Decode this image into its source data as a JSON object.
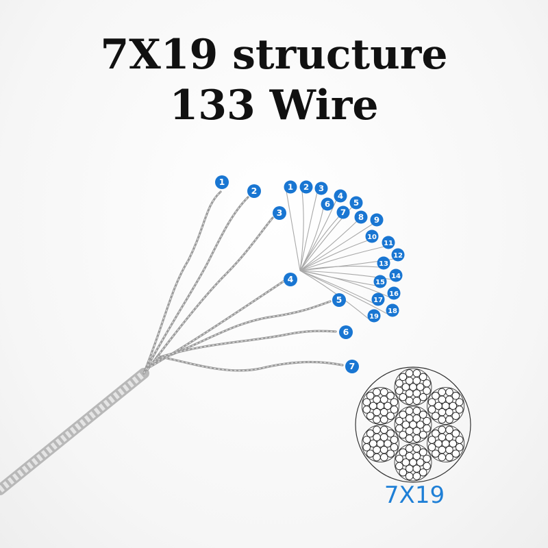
{
  "title": {
    "line1": "7X19 structure",
    "line2": "133 Wire"
  },
  "strand_labels": [
    "1",
    "2",
    "3",
    "4",
    "5",
    "6",
    "7"
  ],
  "wire_labels": [
    "1",
    "2",
    "3",
    "4",
    "5",
    "6",
    "7",
    "8",
    "9",
    "10",
    "11",
    "12",
    "13",
    "14",
    "15",
    "16",
    "17",
    "18",
    "19"
  ],
  "cross_section": {
    "label": "7X19"
  },
  "colors": {
    "badge": "#1976d2",
    "badge_text": "#ffffff",
    "wire": "#8d8d8d",
    "label": "#1e7fd6"
  }
}
